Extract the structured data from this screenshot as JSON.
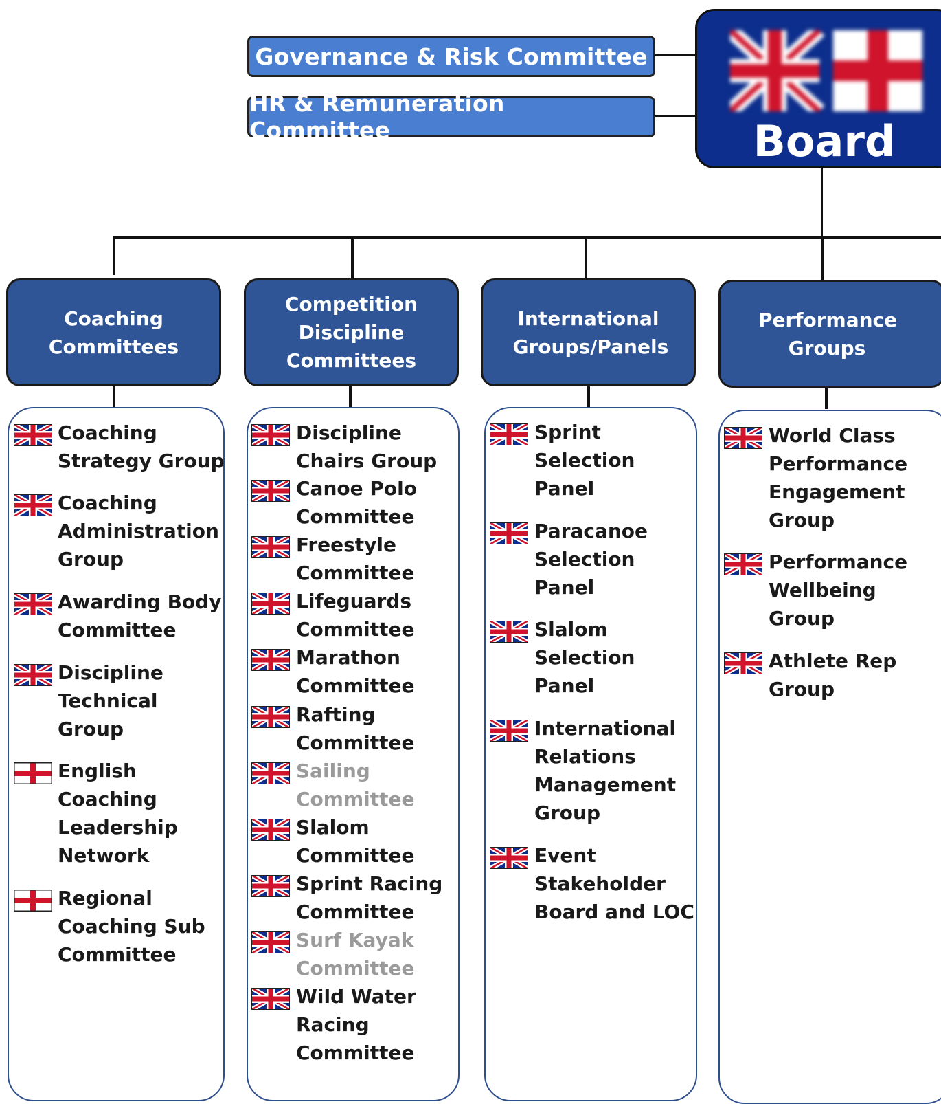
{
  "board": {
    "label": "Board",
    "flag_icons": [
      "union-jack-icon",
      "st-george-cross-icon"
    ]
  },
  "committees": [
    {
      "label": "Governance & Risk Committee"
    },
    {
      "label": "HR & Remuneration Committee"
    }
  ],
  "colors": {
    "board_bg": "#0d2e8c",
    "committee_bg": "#4a7ed0",
    "group_header_bg": "#2f5597",
    "list_border": "#2f4e8c",
    "inactive_text": "#9a9a9a"
  },
  "groups": [
    {
      "header": "Coaching Committees",
      "items": [
        {
          "text": "Coaching\nStrategy Group",
          "flag": "union-jack-icon"
        },
        {
          "text": "Coaching\nAdministration\nGroup",
          "flag": "union-jack-icon"
        },
        {
          "text": "Awarding Body\nCommittee",
          "flag": "union-jack-icon"
        },
        {
          "text": "Discipline\nTechnical\nGroup",
          "flag": "union-jack-icon"
        },
        {
          "text": "English\nCoaching\nLeadership\nNetwork",
          "flag": "st-george-cross-icon"
        },
        {
          "text": "Regional\nCoaching Sub\nCommittee",
          "flag": "st-george-cross-icon"
        }
      ]
    },
    {
      "header": "Competition Discipline Committees",
      "items": [
        {
          "text": "Discipline\nChairs Group",
          "flag": "union-jack-icon"
        },
        {
          "text": "Canoe Polo\nCommittee",
          "flag": "union-jack-icon"
        },
        {
          "text": "Freestyle\nCommittee",
          "flag": "union-jack-icon"
        },
        {
          "text": "Lifeguards\nCommittee",
          "flag": "union-jack-icon"
        },
        {
          "text": "Marathon\nCommittee",
          "flag": "union-jack-icon"
        },
        {
          "text": "Rafting\nCommittee",
          "flag": "union-jack-icon"
        },
        {
          "text": "Sailing\nCommittee",
          "flag": "union-jack-icon",
          "inactive": true
        },
        {
          "text": "Slalom\nCommittee",
          "flag": "union-jack-icon"
        },
        {
          "text": "Sprint Racing\nCommittee",
          "flag": "union-jack-icon"
        },
        {
          "text": "Surf Kayak\nCommittee",
          "flag": "union-jack-icon",
          "inactive": true
        },
        {
          "text": "Wild Water\nRacing\nCommittee",
          "flag": "union-jack-icon"
        }
      ]
    },
    {
      "header": "International Groups/Panels",
      "items": [
        {
          "text": "Sprint\nSelection\nPanel",
          "flag": "union-jack-icon"
        },
        {
          "text": "Paracanoe\nSelection\nPanel",
          "flag": "union-jack-icon"
        },
        {
          "text": "Slalom\nSelection\nPanel",
          "flag": "union-jack-icon"
        },
        {
          "text": "International\nRelations\nManagement\nGroup",
          "flag": "union-jack-icon"
        },
        {
          "text": "Event\nStakeholder\nBoard and LOC",
          "flag": "union-jack-icon"
        }
      ]
    },
    {
      "header": "Performance Groups",
      "items": [
        {
          "text": "World Class\nPerformance\nEngagement\nGroup",
          "flag": "union-jack-icon"
        },
        {
          "text": "Performance\nWellbeing\nGroup",
          "flag": "union-jack-icon"
        },
        {
          "text": "Athlete Rep\nGroup",
          "flag": "union-jack-icon"
        }
      ]
    }
  ]
}
